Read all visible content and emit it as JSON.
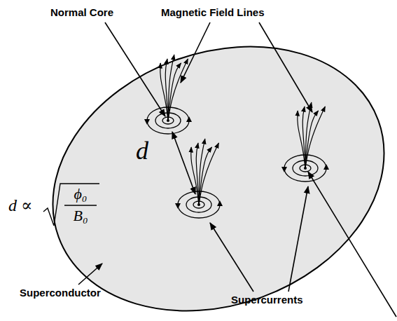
{
  "diagram": {
    "labels": [
      "Normal Core",
      "Magnetic Field Lines",
      "d",
      "d ∝",
      "ϕ₀",
      "B₀",
      "Superconductor",
      "Supercurrents"
    ]
  }
}
